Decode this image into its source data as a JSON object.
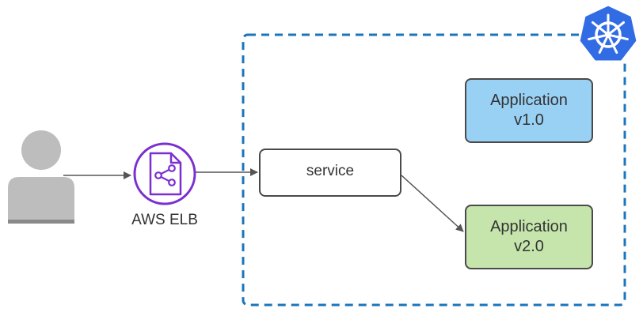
{
  "nodes": {
    "user": {
      "icon": "user-icon"
    },
    "elb": {
      "label": "AWS ELB",
      "icon": "share-document-icon"
    },
    "service": {
      "label": "service"
    },
    "app_v1": {
      "line1": "Application",
      "line2": "v1.0"
    },
    "app_v2": {
      "line1": "Application",
      "line2": "v2.0"
    },
    "kubernetes": {
      "icon": "kubernetes-helm-icon"
    }
  },
  "colors": {
    "cluster_border": "#1B75BB",
    "kubernetes_blue": "#326CE5",
    "elb_purple": "#7B2FD0",
    "app_v1_fill": "#99D1F5",
    "app_v2_fill": "#C6E5AC",
    "box_border": "#4A4A4A",
    "user_gray": "#BDBDBD",
    "arrow": "#555555"
  },
  "edges": [
    {
      "from": "user",
      "to": "elb"
    },
    {
      "from": "elb",
      "to": "service"
    },
    {
      "from": "service",
      "to": "app_v2"
    }
  ]
}
